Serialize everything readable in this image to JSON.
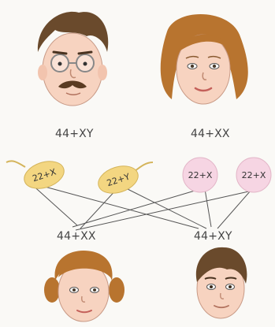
{
  "colors": {
    "background": "#faf9f6",
    "sperm_fill": "#f3d681",
    "egg_fill": "#f6d5e3",
    "line": "#555555",
    "skin": "#f7d3c0",
    "hair_dark": "#6a4a2c",
    "hair_light": "#b8742f"
  },
  "parents": {
    "father": {
      "karyotype": "44+XY",
      "icon": "father-face"
    },
    "mother": {
      "karyotype": "44+XX",
      "icon": "mother-face"
    }
  },
  "gametes": {
    "sperm": [
      {
        "label": "22+X"
      },
      {
        "label": "22+Y"
      }
    ],
    "eggs": [
      {
        "label": "22+X"
      },
      {
        "label": "22+X"
      }
    ]
  },
  "offspring": {
    "daughter": {
      "karyotype": "44+XX",
      "icon": "girl-face"
    },
    "son": {
      "karyotype": "44+XY",
      "icon": "boy-face"
    }
  }
}
